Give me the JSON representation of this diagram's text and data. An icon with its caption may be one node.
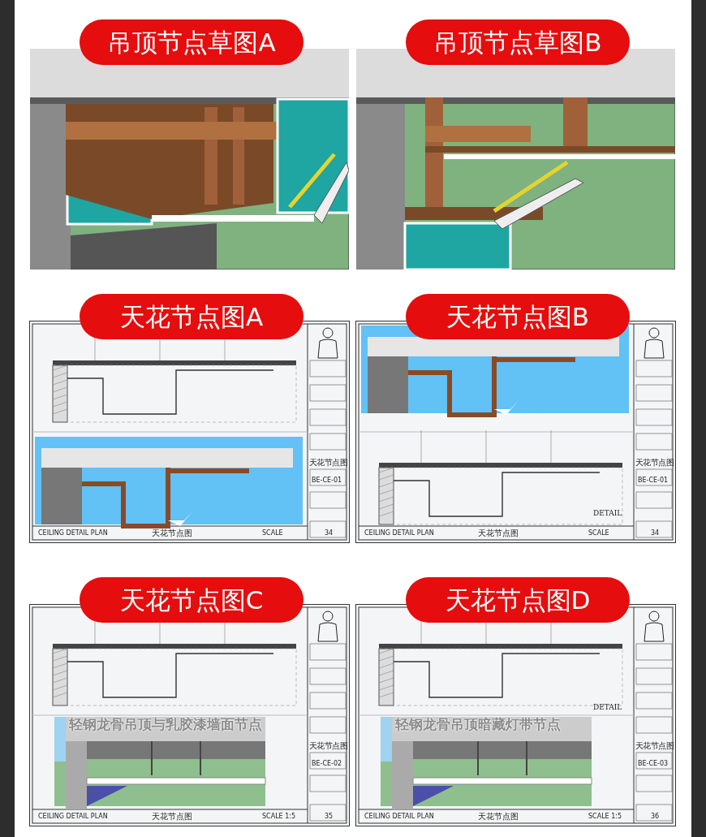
{
  "diagram": {
    "labels": [
      "吊顶节点草图A",
      "吊顶节点草图B",
      "天花节点图A",
      "天花节点图B",
      "CEILING DETAIL PLAN",
      "天花节点图",
      "SCALE",
      "天花节点图",
      "BE-CE-01",
      "34",
      "DETAIL",
      "CEILING DETAIL PLAN",
      "天花节点图",
      "SCALE",
      "天花节点图",
      "BE-CE-01",
      "34",
      "天花节点图C",
      "天花节点图D",
      "轻钢龙骨吊顶与乳胶漆墙面节点",
      "CEILING DETAIL PLAN",
      "天花节点图",
      "SCALE 1:5",
      "天花节点图",
      "BE-CE-02",
      "35",
      "轻钢龙骨吊顶暗藏灯带节点",
      "DETAIL",
      "CEILING DETAIL PLAN",
      "天花节点图",
      "SCALE 1:5",
      "天花节点图",
      "BE-CE-03",
      "36"
    ]
  }
}
